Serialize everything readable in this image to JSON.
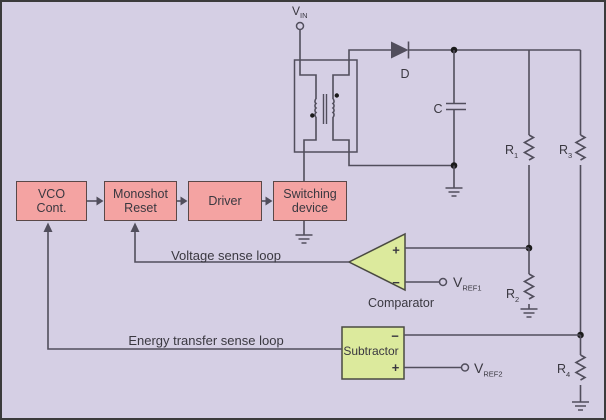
{
  "colors": {
    "background": "#d5cfe4",
    "frame_border": "#3b3b3b",
    "block_fill": "#f4a3a2",
    "block_border": "#5a4848",
    "amp_fill": "#dcea9d",
    "amp_border": "#4a4a42",
    "wire": "#514e5c",
    "dot": "#1b1b1b",
    "text": "#3a3840"
  },
  "blocks": [
    {
      "line1": "VCO",
      "line2": "Cont."
    },
    {
      "line1": "Monoshot",
      "line2": "Reset"
    },
    {
      "line1": "Driver",
      "line2": ""
    },
    {
      "line1": "Switching",
      "line2": "device"
    }
  ],
  "labels": {
    "vin": {
      "base": "V",
      "sub": "IN"
    },
    "vref1": {
      "base": "V",
      "sub": "REF1"
    },
    "vref2": {
      "base": "V",
      "sub": "REF2"
    },
    "diode": "D",
    "capacitor": "C",
    "r1": {
      "base": "R",
      "sub": "1"
    },
    "r2": {
      "base": "R",
      "sub": "2"
    },
    "r3": {
      "base": "R",
      "sub": "3"
    },
    "r4": {
      "base": "R",
      "sub": "4"
    },
    "comparator": "Comparator",
    "subtractor": "Subtractor",
    "voltage_loop": "Voltage sense loop",
    "energy_loop": "Energy transfer sense loop",
    "plus": "+",
    "minus": "−"
  }
}
